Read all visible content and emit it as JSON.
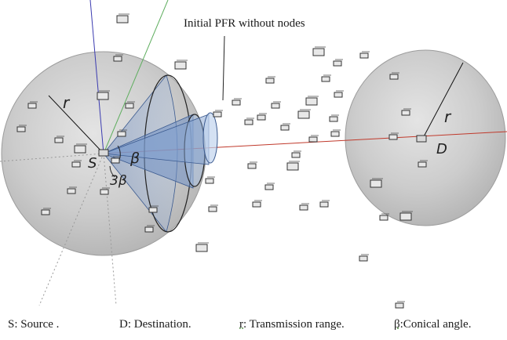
{
  "title_label": "Initial PFR without nodes",
  "scene_labels": {
    "source_letter": "S",
    "destination_letter": "D",
    "range_left": "r",
    "range_right": "r",
    "angle_beta": "β",
    "angle_3beta": "3β"
  },
  "legend": {
    "source": "S: Source .",
    "destination": "D: Destination.",
    "range_key": "r",
    "range_text": ": Transmission range.",
    "angle_key": "β",
    "angle_text": ":Conical angle."
  },
  "colors": {
    "sphere_fill": "#c9c9c9",
    "cone_fill": "#9ab4d8",
    "cone_edge": "#4a6fa5",
    "axis_blue": "#3b3bb0",
    "axis_green": "#5fae5f",
    "axis_red": "#c0392b",
    "node_stroke": "#333333"
  }
}
